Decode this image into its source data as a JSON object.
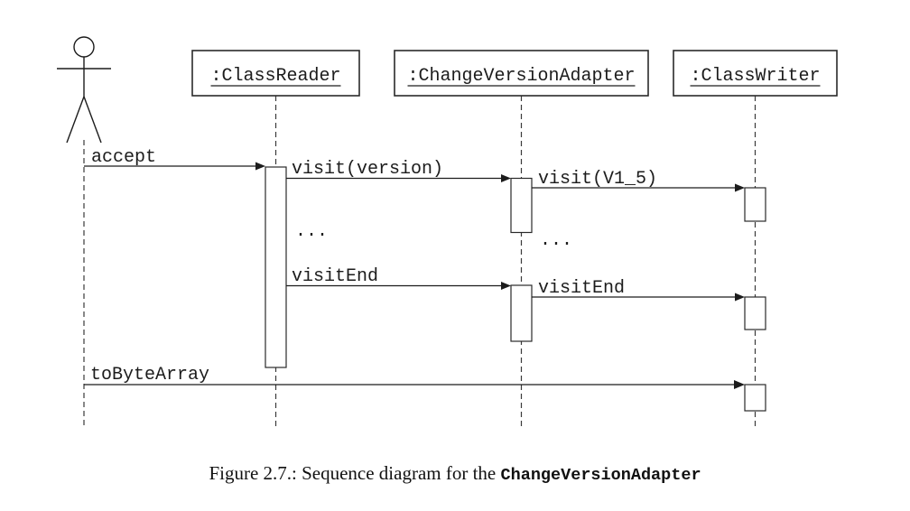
{
  "colors": {
    "background": "#ffffff",
    "ink": "#1c1c1c"
  },
  "diagram": {
    "actor": {
      "description": "unlabeled stick-figure actor"
    },
    "participants": [
      {
        "label": ":ClassReader"
      },
      {
        "label": ":ChangeVersionAdapter"
      },
      {
        "label": ":ClassWriter"
      }
    ],
    "messages": [
      {
        "label": "accept",
        "from": "actor",
        "to": ":ClassReader"
      },
      {
        "label": "visit(version)",
        "from": ":ClassReader",
        "to": ":ChangeVersionAdapter"
      },
      {
        "label": "visit(V1_5)",
        "from": ":ChangeVersionAdapter",
        "to": ":ClassWriter"
      },
      {
        "label": "visitEnd",
        "from": ":ClassReader",
        "to": ":ChangeVersionAdapter"
      },
      {
        "label": "visitEnd",
        "from": ":ChangeVersionAdapter",
        "to": ":ClassWriter"
      },
      {
        "label": "toByteArray",
        "from": "actor",
        "to": ":ClassWriter"
      }
    ],
    "ellipses": [
      {
        "label": "...",
        "on": ":ClassReader"
      },
      {
        "label": "...",
        "on": ":ChangeVersionAdapter"
      }
    ]
  },
  "figure": {
    "caption_prefix": "Figure 2.7.: Sequence diagram for the ",
    "caption_code": "ChangeVersionAdapter"
  }
}
